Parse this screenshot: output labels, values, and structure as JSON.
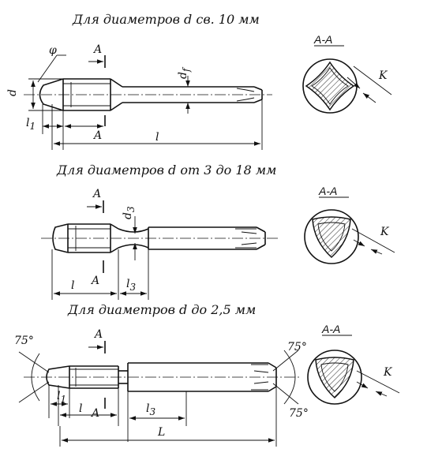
{
  "headings": {
    "h1": "Для диаметров d св. 10 мм",
    "h2": "Для диаметров d от 3 до 18 мм",
    "h3": "Для диаметров d до 2,5 мм"
  },
  "view1": {
    "phi": "φ",
    "a_top": "A",
    "d": "d",
    "df": "d",
    "df_sub": "f",
    "l1": "l",
    "l1_sub": "1",
    "a_bottom": "A",
    "l": "l",
    "section_title": "A-A",
    "k": "K"
  },
  "view2": {
    "a_top": "A",
    "d3": "d",
    "d3_sub": "3",
    "l": "l",
    "a_bottom": "A",
    "l3": "l",
    "l3_sub": "3",
    "section_title": "A-A",
    "k": "K"
  },
  "view3": {
    "angle_left": "75°",
    "a_top": "A",
    "l1": "l",
    "l1_sub": "1",
    "l": "l",
    "a_bottom": "A",
    "l3": "l",
    "l3_sub": "3",
    "L": "L",
    "section_title": "A-A",
    "angle_right_top": "75°",
    "angle_right_bottom": "75°",
    "k": "K"
  }
}
